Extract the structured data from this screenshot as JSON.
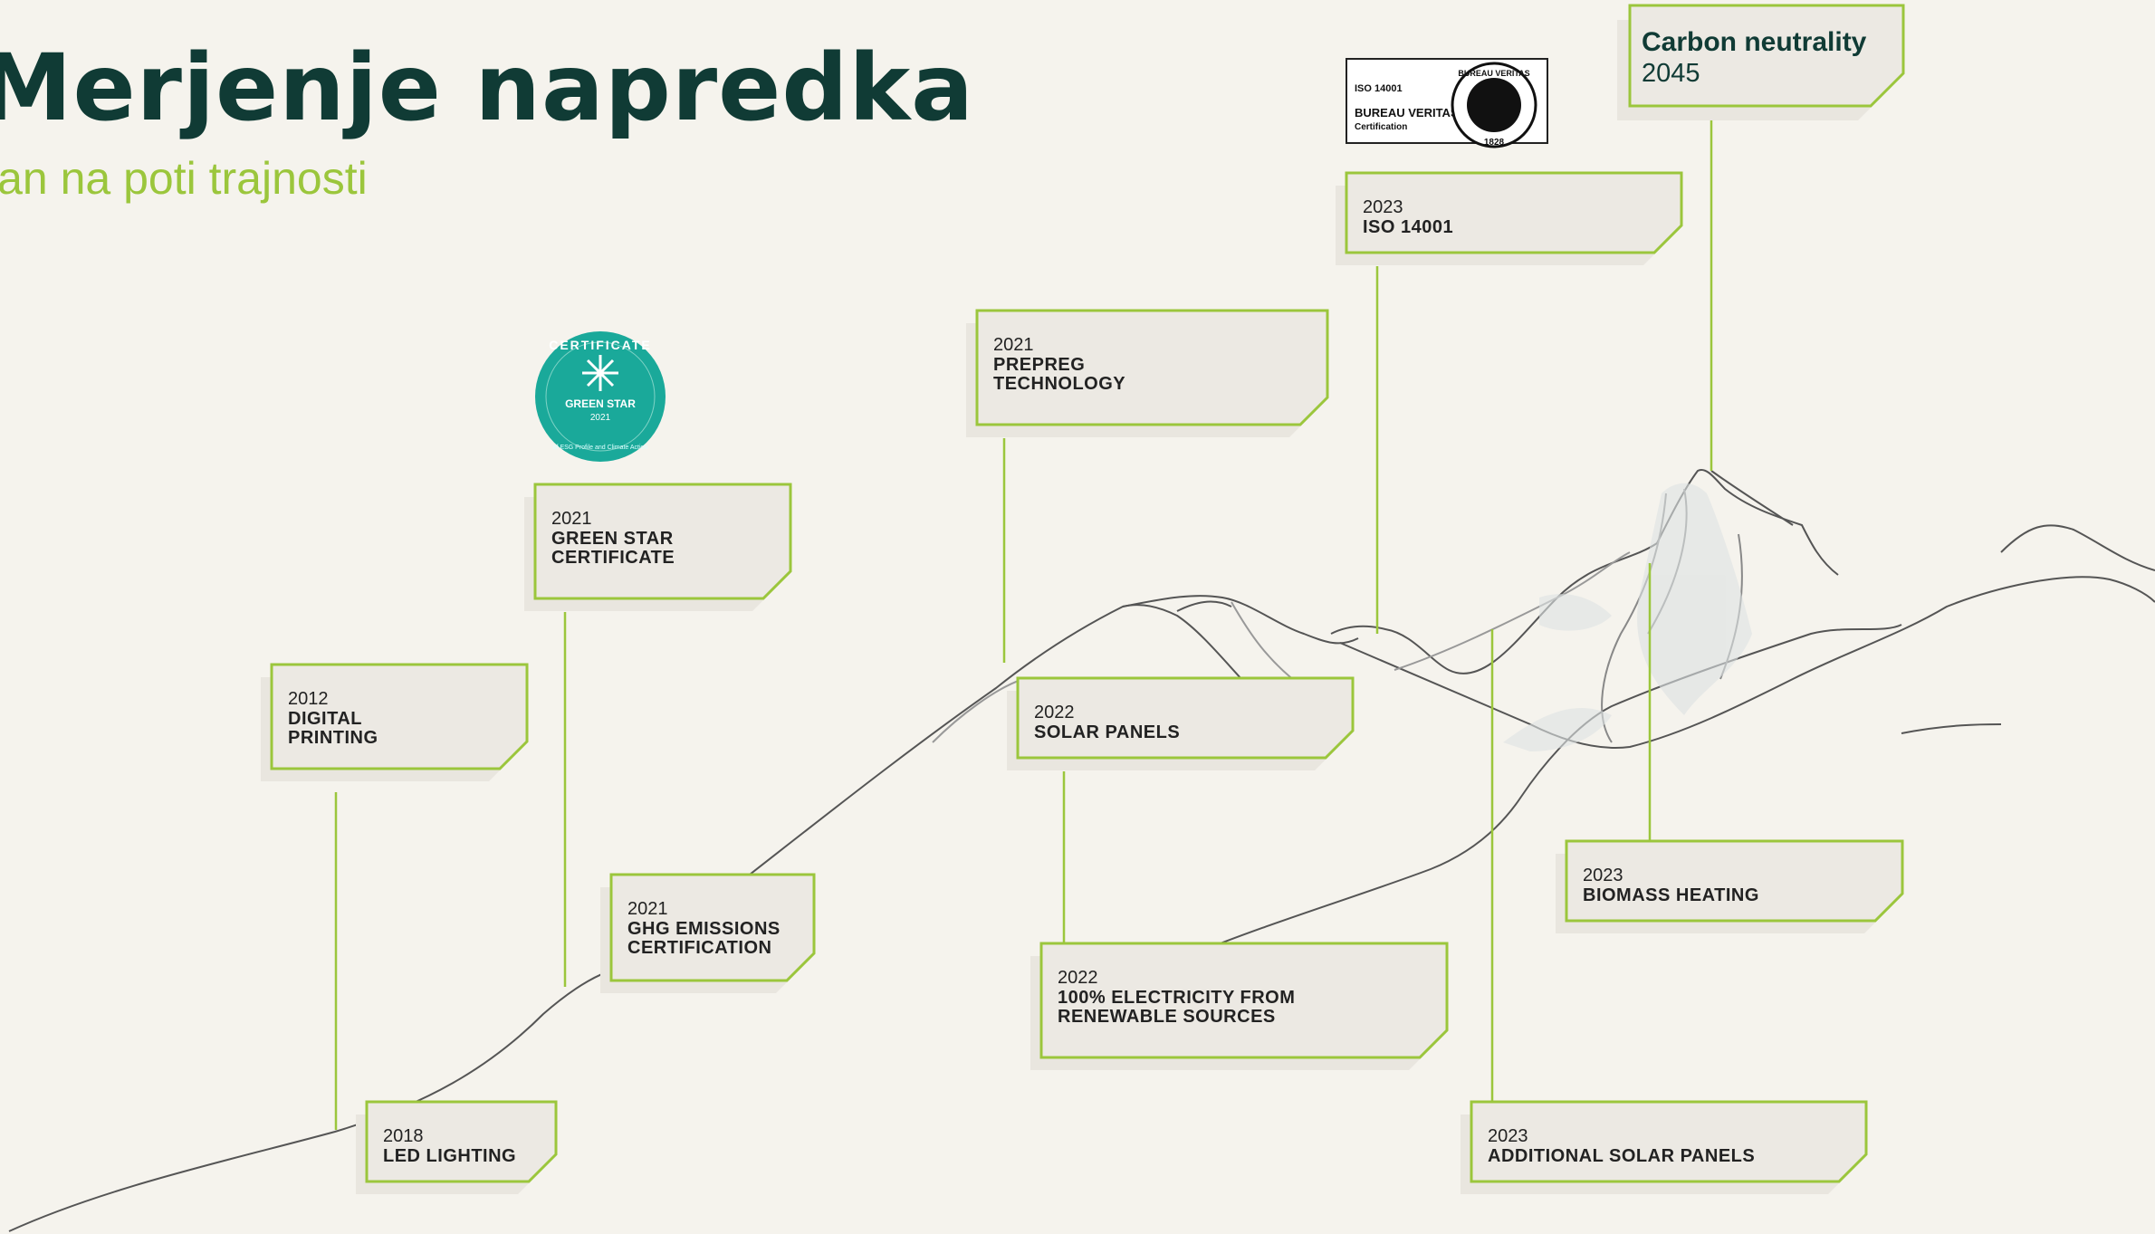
{
  "header": {
    "title": "Merjenje napredka",
    "subtitle": "lan na poti trajnosti"
  },
  "milestones": [
    {
      "year": "2012",
      "lines": [
        "DIGITAL",
        "PRINTING"
      ]
    },
    {
      "year": "2018",
      "lines": [
        "LED LIGHTING"
      ]
    },
    {
      "year": "2021",
      "lines": [
        "GREEN STAR",
        "CERTIFICATE"
      ]
    },
    {
      "year": "2021",
      "lines": [
        "GHG EMISSIONS",
        "CERTIFICATION"
      ]
    },
    {
      "year": "2021",
      "lines": [
        "PREPREG",
        "TECHNOLOGY"
      ]
    },
    {
      "year": "2022",
      "lines": [
        "SOLAR PANELS"
      ]
    },
    {
      "year": "2022",
      "lines": [
        "100% ELECTRICITY FROM",
        "RENEWABLE SOURCES"
      ]
    },
    {
      "year": "2023",
      "lines": [
        "ISO 14001"
      ]
    },
    {
      "year": "2023",
      "lines": [
        "BIOMASS HEATING"
      ]
    },
    {
      "year": "2023",
      "lines": [
        "ADDITIONAL SOLAR PANELS"
      ]
    }
  ],
  "goal": {
    "title": "Carbon neutrality",
    "year": "2045"
  },
  "badge": {
    "arc_text": "CERTIFICATE",
    "name": "GREEN STAR",
    "year": "2021",
    "bottom_text": "of ESG Profile and Climate Action",
    "color": "#1aa99a"
  },
  "iso_logo": {
    "standard": "ISO 14001",
    "org": "BUREAU VERITAS",
    "sub": "Certification",
    "ring_text": "BUREAU VERITAS",
    "founded": "1828"
  },
  "colors": {
    "accent": "#9bc63c",
    "dark": "#103b35",
    "box_fill": "#ece9e3",
    "background": "#f5f3ed"
  }
}
